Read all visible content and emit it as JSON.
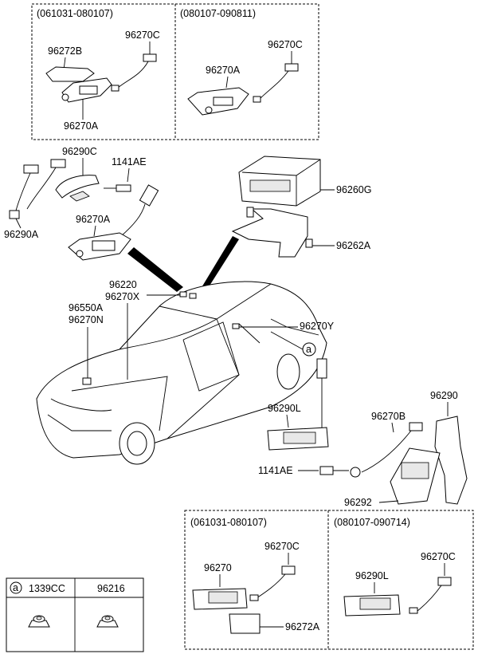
{
  "boxes": {
    "top_left_period": "(061031-080107)",
    "top_right_period": "(080107-090811)",
    "bottom_left_period": "(061031-080107)",
    "bottom_right_period": "(080107-090714)"
  },
  "labels": {
    "p96270C_tl": "96270C",
    "p96272B": "96272B",
    "p96270A_tl": "96270A",
    "p96270C_tr": "96270C",
    "p96270A_tr": "96270A",
    "p96290C": "96290C",
    "p1141AE_top": "1141AE",
    "p96290A": "96290A",
    "p96270A_mid": "96270A",
    "p96260G": "96260G",
    "p96262A": "96262A",
    "p96220": "96220",
    "p96270X": "96270X",
    "p96550A": "96550A",
    "p96270N": "96270N",
    "p96270Y": "96270Y",
    "p96290L_mid": "96290L",
    "p96290": "96290",
    "p96270B": "96270B",
    "p1141AE_bot": "1141AE",
    "p96292": "96292",
    "p96270_bl": "96270",
    "p96270C_bl": "96270C",
    "p96272A": "96272A",
    "p96290L_br": "96290L",
    "p96270C_br": "96270C"
  },
  "callout": "a",
  "legend": {
    "marker": "a",
    "col1": "1339CC",
    "col2": "96216"
  }
}
